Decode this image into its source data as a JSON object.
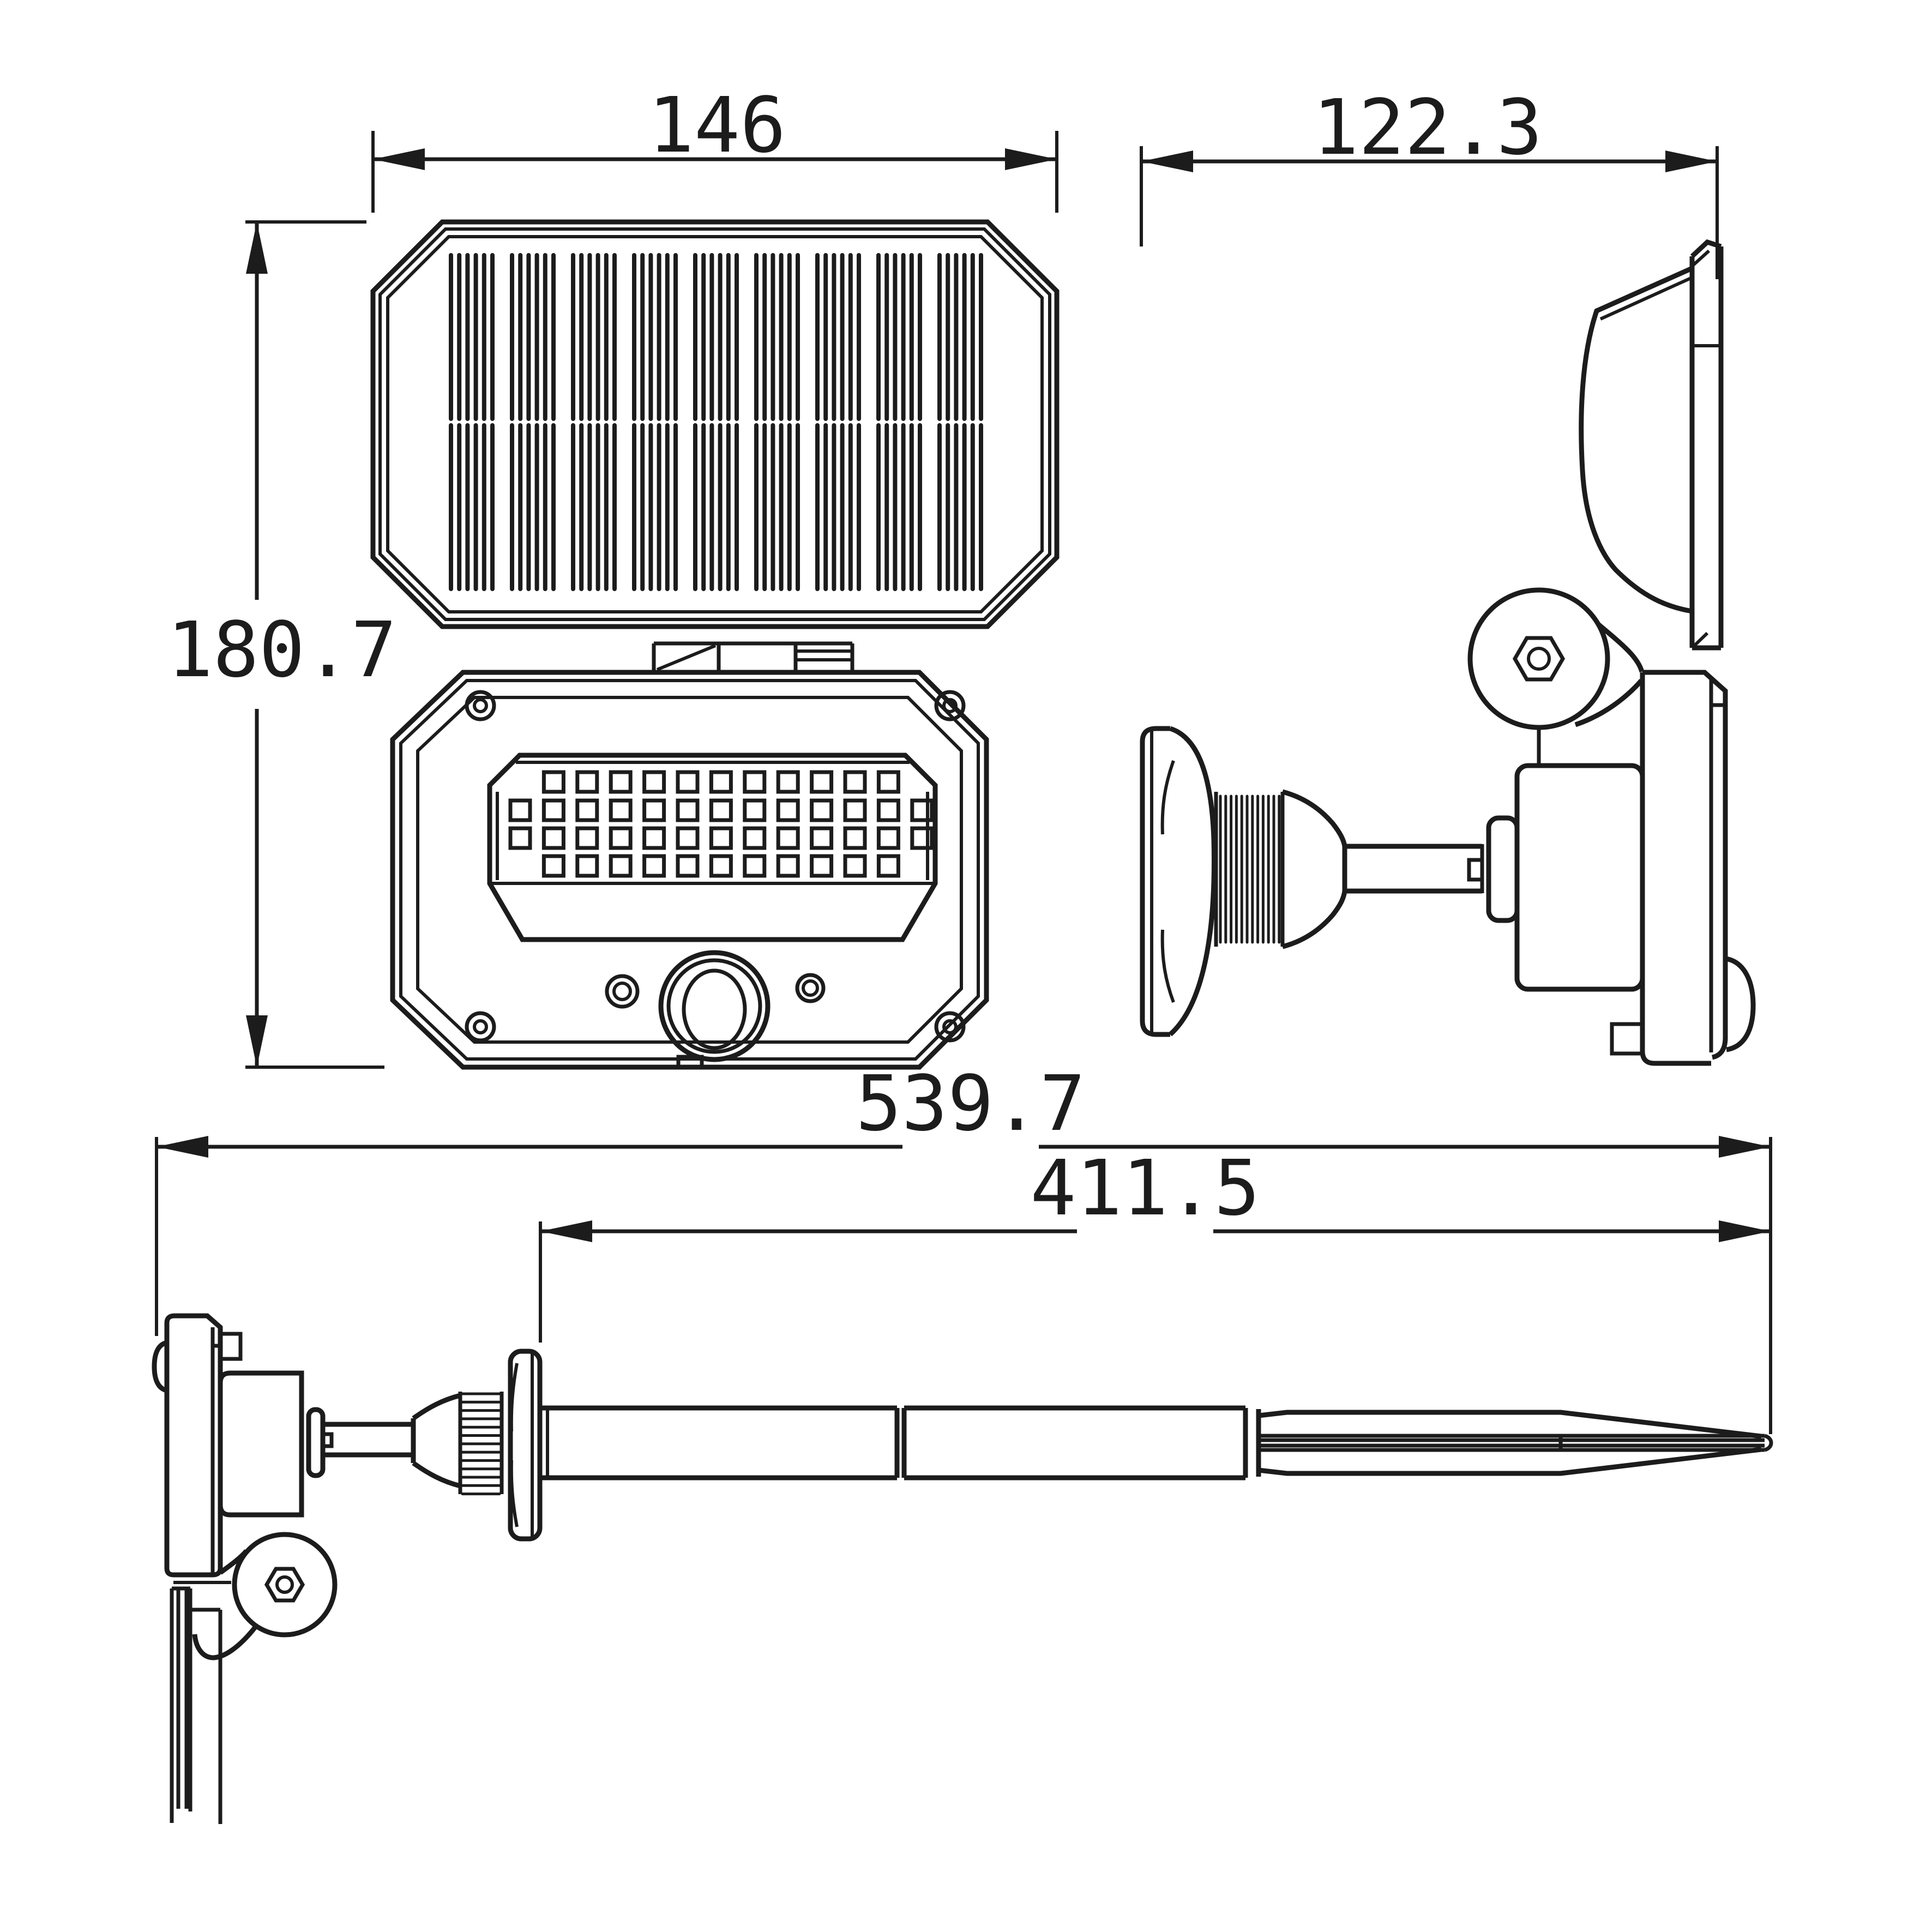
{
  "colors": {
    "ink": "#1c1c1c",
    "paper": "#ffffff"
  },
  "dimensions": {
    "panel_width": "146",
    "depth": "122.3",
    "height": "180.7",
    "overall_length": "539.7",
    "stake_length": "411.5"
  },
  "patterns": {
    "solar_cols": 9,
    "solar_rows": 2,
    "solar_stripes_per_cell": 6,
    "led_row_counts": [
      11,
      13,
      13,
      11
    ],
    "knurl_teeth_side": 12,
    "knurl_teeth_ground": 13
  }
}
